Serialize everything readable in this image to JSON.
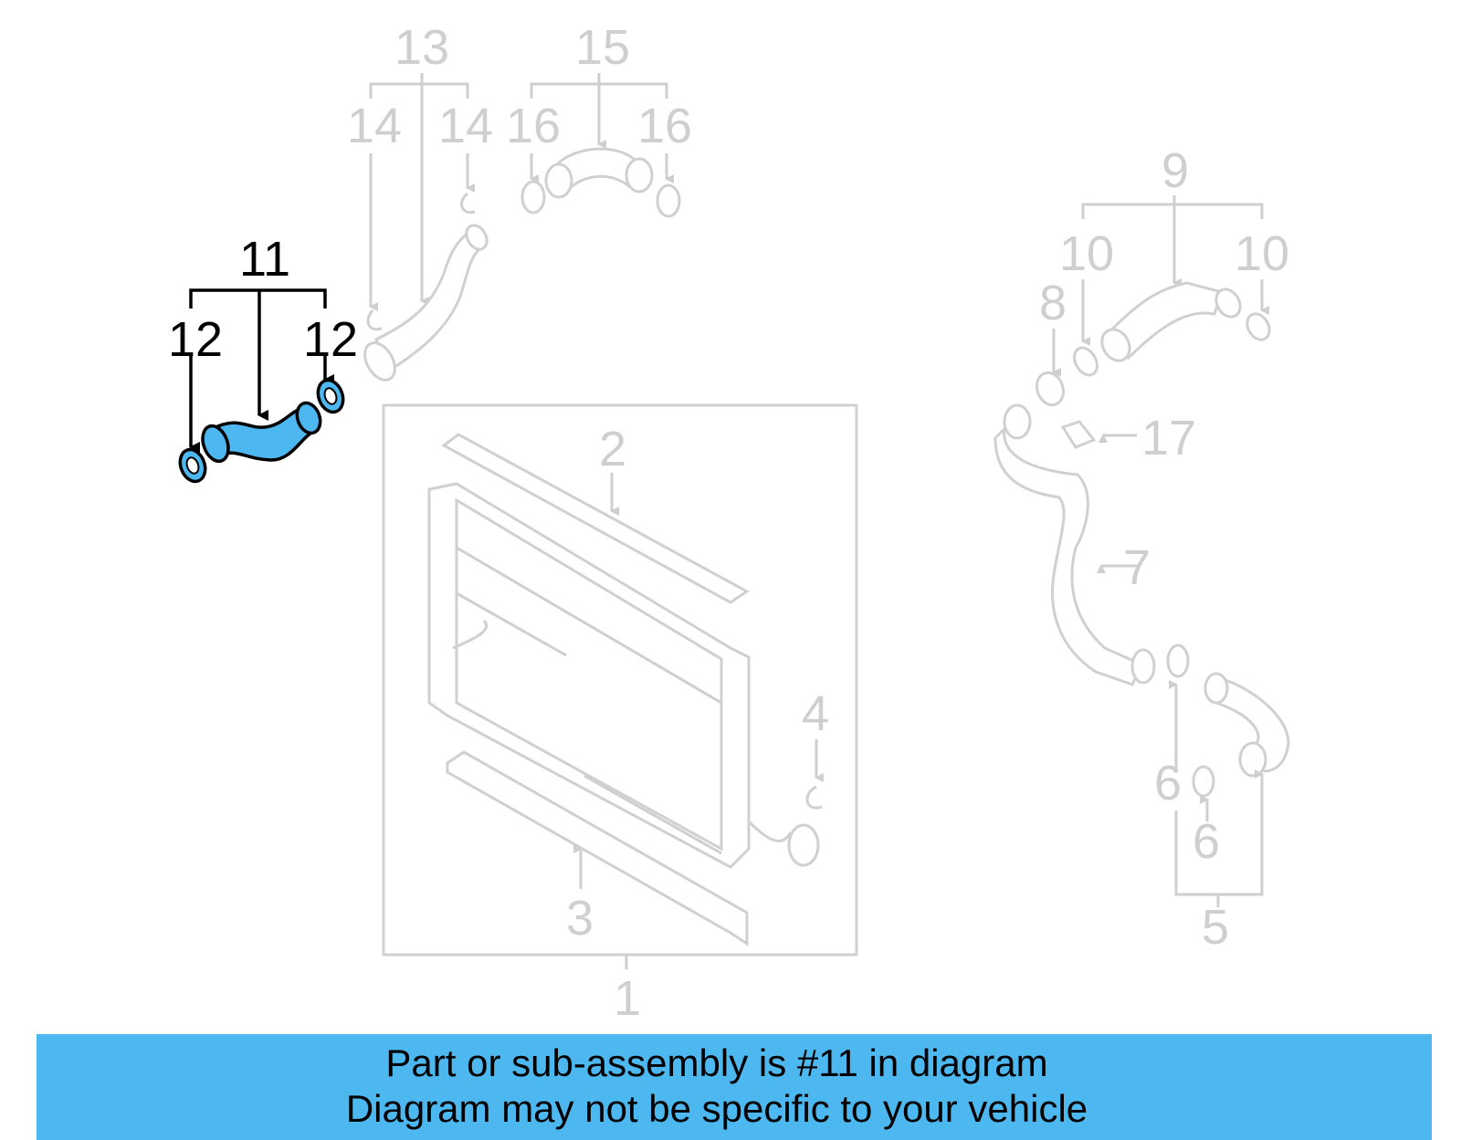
{
  "diagram": {
    "highlight_color": "#4db8f0",
    "dim_color": "#cfcfcf",
    "callouts": {
      "c1": "1",
      "c2": "2",
      "c3": "3",
      "c4": "4",
      "c5": "5",
      "c6a": "6",
      "c6b": "6",
      "c7": "7",
      "c8": "8",
      "c9": "9",
      "c10a": "10",
      "c10b": "10",
      "c11": "11",
      "c12a": "12",
      "c12b": "12",
      "c13": "13",
      "c14a": "14",
      "c14b": "14",
      "c15": "15",
      "c16a": "16",
      "c16b": "16",
      "c17": "17"
    },
    "highlighted_part": "11"
  },
  "banner": {
    "line1": "Part or sub-assembly is #11 in diagram",
    "line2": "Diagram may not be specific to your vehicle",
    "background": "#4db8f0"
  }
}
